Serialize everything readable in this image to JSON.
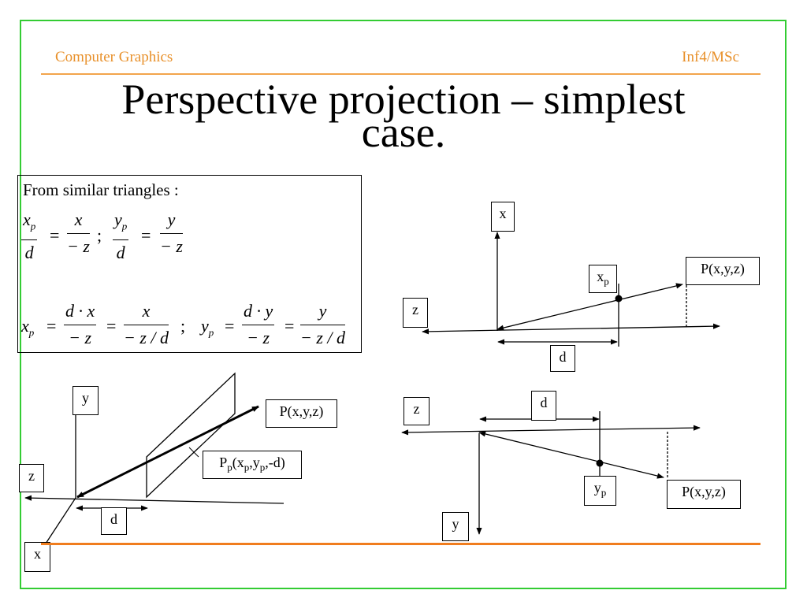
{
  "header": {
    "course": "Computer Graphics",
    "level": "Inf4/MSc"
  },
  "title": {
    "line1": "Perspective projection – simplest",
    "line2": "case."
  },
  "equations": {
    "intro": "From similar triangles :",
    "row1": {
      "xp": "x",
      "xp_sub": "p",
      "d": "d",
      "x": "x",
      "negz": "− z",
      "yp": "y",
      "yp_sub": "p",
      "y": "y",
      "eq": "=",
      "sep": ";"
    },
    "row2": {
      "dx": "d · x",
      "dy": "d · y",
      "negz": "− z",
      "negz_over_d": "− z / d",
      "x": "x",
      "y": "y"
    }
  },
  "diagram_top_right": {
    "labels": {
      "x_axis": "x",
      "z_axis": "z",
      "xp": "x",
      "xp_sub": "p",
      "point": "P(x,y,z)",
      "d": "d"
    }
  },
  "diagram_bottom_left": {
    "labels": {
      "y_axis": "y",
      "z_axis": "z",
      "x_axis": "x",
      "point": "P(x,y,z)",
      "pp_prefix": "P",
      "pp_sub": "p",
      "pp_mid1": "(x",
      "pp_mid2": ",y",
      "pp_end": ",-d)",
      "d": "d"
    }
  },
  "diagram_bottom_right": {
    "labels": {
      "z_axis": "z",
      "y_axis": "y",
      "d": "d",
      "yp": "y",
      "yp_sub": "p",
      "point": "P(x,y,z)"
    }
  }
}
